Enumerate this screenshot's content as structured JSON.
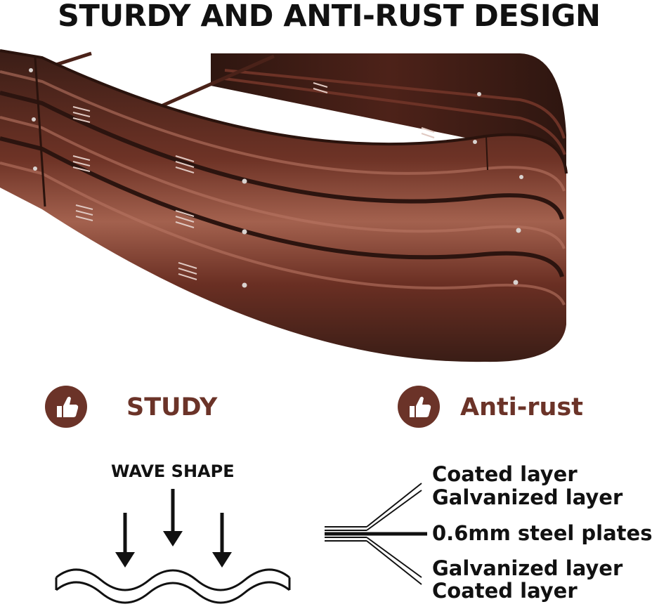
{
  "headline": "STURDY AND ANTI-RUST DESIGN",
  "colors": {
    "brown": "#6b3328",
    "bed_dark": "#3a1d16",
    "bed_mid": "#5e2a20",
    "bed_highlight": "#9a5a4a",
    "text": "#111111"
  },
  "features": [
    {
      "icon": "thumbs-up-icon",
      "label": "STUDY"
    },
    {
      "icon": "thumbs-up-icon",
      "label": "Anti-rust"
    }
  ],
  "wave": {
    "title": "WAVE SHAPE"
  },
  "layers": [
    "Coated layer",
    "Galvanized layer",
    "0.6mm steel plates",
    "Galvanized layer",
    "Coated layer"
  ]
}
